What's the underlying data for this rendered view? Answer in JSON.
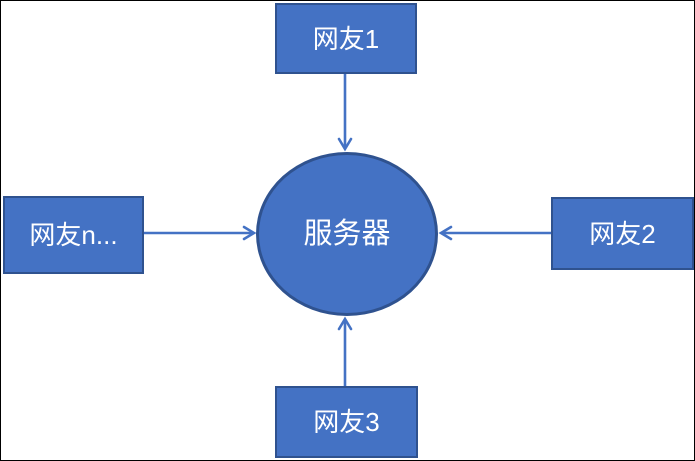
{
  "diagram": {
    "type": "star-topology",
    "center": {
      "id": "server",
      "label": "服务器",
      "shape": "ellipse"
    },
    "nodes": {
      "client1": {
        "label": "网友1",
        "shape": "rectangle",
        "position": "top"
      },
      "client2": {
        "label": "网友2",
        "shape": "rectangle",
        "position": "right"
      },
      "client3": {
        "label": "网友3",
        "shape": "rectangle",
        "position": "bottom"
      },
      "clientn": {
        "label": "网友n...",
        "shape": "rectangle",
        "position": "left"
      }
    },
    "edges": [
      {
        "from": "client1",
        "to": "server",
        "arrow": "open-chevron"
      },
      {
        "from": "client2",
        "to": "server",
        "arrow": "open-chevron"
      },
      {
        "from": "client3",
        "to": "server",
        "arrow": "open-chevron"
      },
      {
        "from": "clientn",
        "to": "server",
        "arrow": "open-chevron"
      }
    ]
  },
  "colors": {
    "shape_fill": "#4472C4",
    "shape_border": "#2F528F",
    "arrow_color": "#4472C4",
    "label_text": "#FFFFFF",
    "canvas_bg": "#FFFFFF",
    "frame_border": "#000000"
  }
}
